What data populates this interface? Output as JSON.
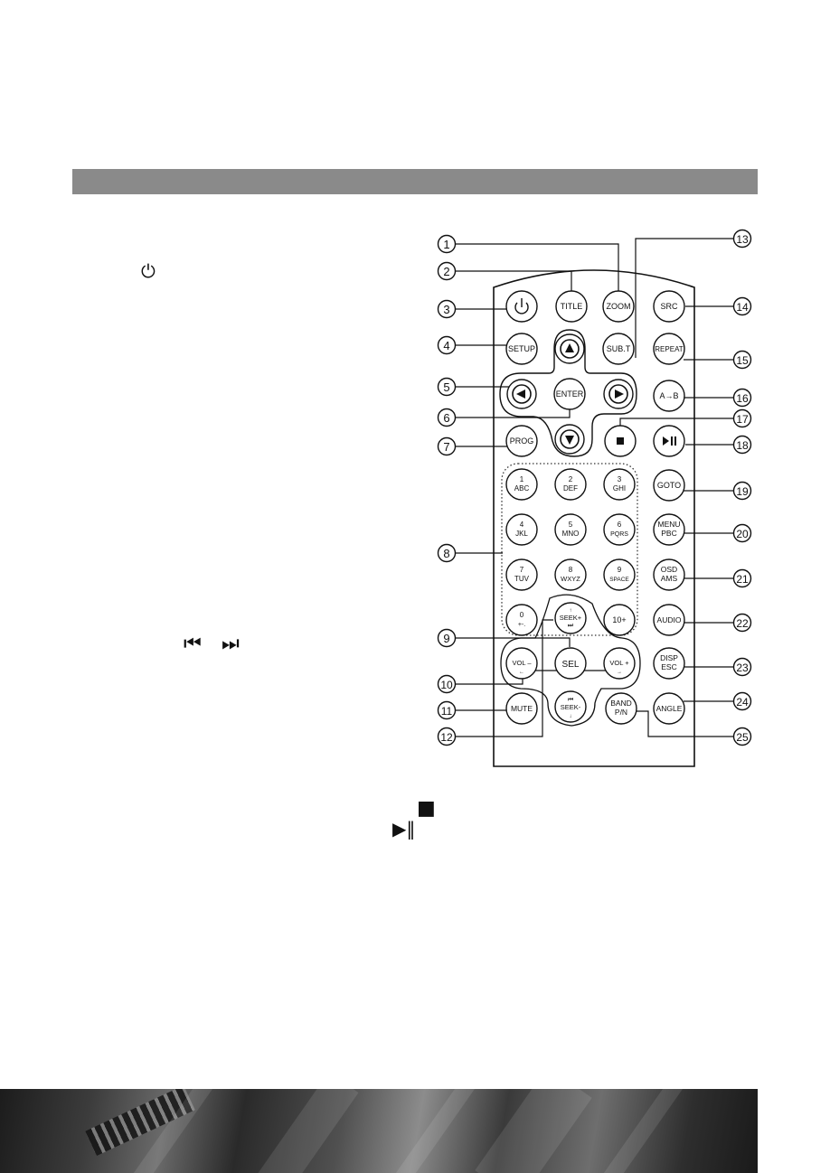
{
  "left_icons": {
    "power_symbol": "⏻",
    "skip_back_symbol": "⏮",
    "skip_forward_symbol": "⏭",
    "stop_symbol": "■",
    "play_pause_symbol": "▶‖"
  },
  "callouts": [
    "1",
    "2",
    "3",
    "4",
    "5",
    "6",
    "7",
    "8",
    "9",
    "10",
    "11",
    "12",
    "13",
    "14",
    "15",
    "16",
    "17",
    "18",
    "19",
    "20",
    "21",
    "22",
    "23",
    "24",
    "25"
  ],
  "buttons": {
    "title": "TITLE",
    "zoom": "ZOOM",
    "src": "SRC",
    "setup": "SETUP",
    "subt": "SUB.T",
    "repeat": "REPEAT",
    "enter": "ENTER",
    "ab": "A→B",
    "prog": "PROG",
    "goto": "GOTO",
    "menu_1": "MENU",
    "menu_2": "PBC",
    "osd_1": "OSD",
    "osd_2": "AMS",
    "audio": "AUDIO",
    "sel": "SEL",
    "disp_1": "DISP",
    "disp_2": "ESC",
    "mute": "MUTE",
    "angle": "ANGLE",
    "band_1": "BAND",
    "band_2": "P/N",
    "seek_plus_1": "SEEK+",
    "seek_plus_2": "⏭",
    "seek_minus_1": "⏮",
    "seek_minus_2": "SEEK-",
    "vol_minus": "VOL –",
    "vol_plus": "VOL +",
    "ten_plus": "10+",
    "key1_1": "1",
    "key1_2": "ABC",
    "key2_1": "2",
    "key2_2": "DEF",
    "key3_1": "3",
    "key3_2": "GHI",
    "key4_1": "4",
    "key4_2": "JKL",
    "key5_1": "5",
    "key5_2": "MNO",
    "key6_1": "6",
    "key6_2": "PQRS",
    "key7_1": "7",
    "key7_2": "TUV",
    "key8_1": "8",
    "key8_2": "WXYZ",
    "key9_1": "9",
    "key9_2": "SPACE",
    "key0_1": "0",
    "key0_2": "+-."
  }
}
